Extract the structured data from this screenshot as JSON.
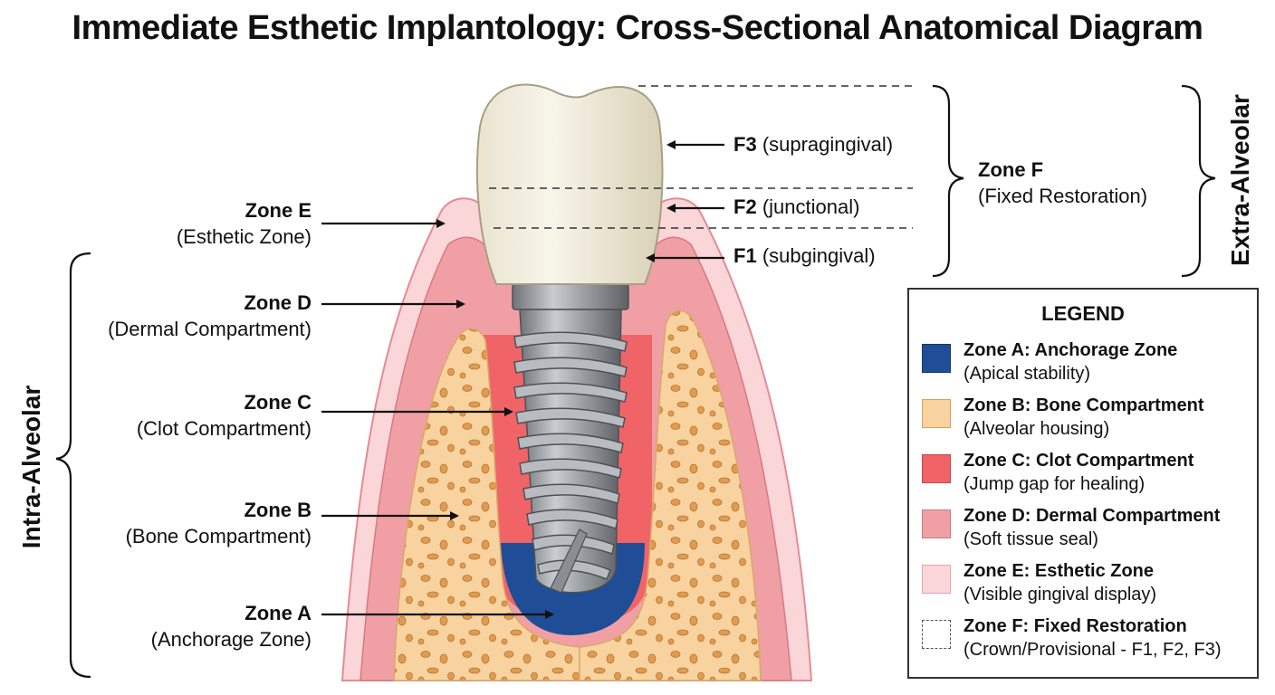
{
  "title": "Immediate Esthetic Implantology: Cross-Sectional Anatomical Diagram",
  "left_labels": [
    {
      "name": "Zone E",
      "desc": "(Esthetic Zone)"
    },
    {
      "name": "Zone D",
      "desc": "(Dermal Compartment)"
    },
    {
      "name": "Zone C",
      "desc": "(Clot Compartment)"
    },
    {
      "name": "Zone B",
      "desc": "(Bone Compartment)"
    },
    {
      "name": "Zone A",
      "desc": "(Anchorage Zone)"
    }
  ],
  "f_labels": [
    {
      "code": "F3",
      "desc": "(supragingival)"
    },
    {
      "code": "F2",
      "desc": "(junctional)"
    },
    {
      "code": "F1",
      "desc": "(subgingival)"
    }
  ],
  "zone_f": {
    "name": "Zone F",
    "desc": "(Fixed Restoration)"
  },
  "brackets": {
    "extra": "Extra-Alveolar",
    "intra": "Intra-Alveolar"
  },
  "legend": {
    "title": "LEGEND",
    "items": [
      {
        "name": "Zone A: Anchorage Zone",
        "desc": "(Apical stability)",
        "color": "#1f4e96"
      },
      {
        "name": "Zone B: Bone Compartment",
        "desc": "(Alveolar housing)",
        "color": "#f8d3a0"
      },
      {
        "name": "Zone C: Clot Compartment",
        "desc": "(Jump gap for healing)",
        "color": "#f06468"
      },
      {
        "name": "Zone D: Dermal Compartment",
        "desc": "(Soft tissue seal)",
        "color": "#f0a0a4"
      },
      {
        "name": "Zone E: Esthetic Zone",
        "desc": "(Visible gingival display)",
        "color": "#fad6d8"
      },
      {
        "name": "Zone F: Fixed Restoration",
        "desc": "(Crown/Provisional - F1, F2, F3)",
        "color": "#ffffff"
      }
    ]
  }
}
